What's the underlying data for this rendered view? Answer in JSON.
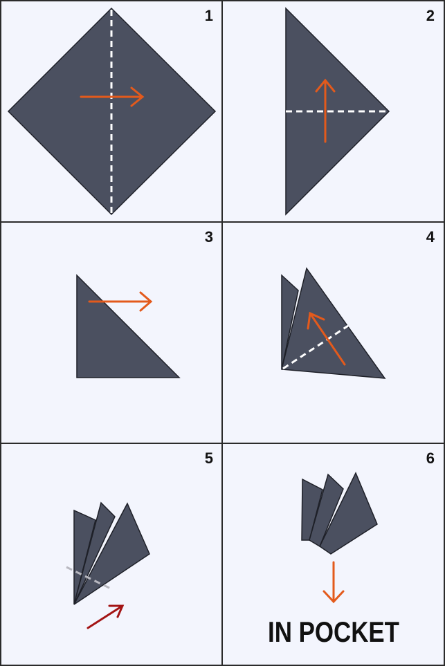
{
  "steps": [
    {
      "number": "1"
    },
    {
      "number": "2"
    },
    {
      "number": "3"
    },
    {
      "number": "4"
    },
    {
      "number": "5"
    },
    {
      "number": "6",
      "caption": "IN POCKET"
    }
  ],
  "colors": {
    "panel_background": "#f3f5fd",
    "border": "#2b2b2b",
    "fabric": "#4b5060",
    "fabric_edge": "#1e2028",
    "fold_line": "#ffffff",
    "fold_line_step5": "#b8b8c0",
    "arrow": "#e35a1c",
    "arrow_step5": "#a31414",
    "text": "#111111"
  }
}
